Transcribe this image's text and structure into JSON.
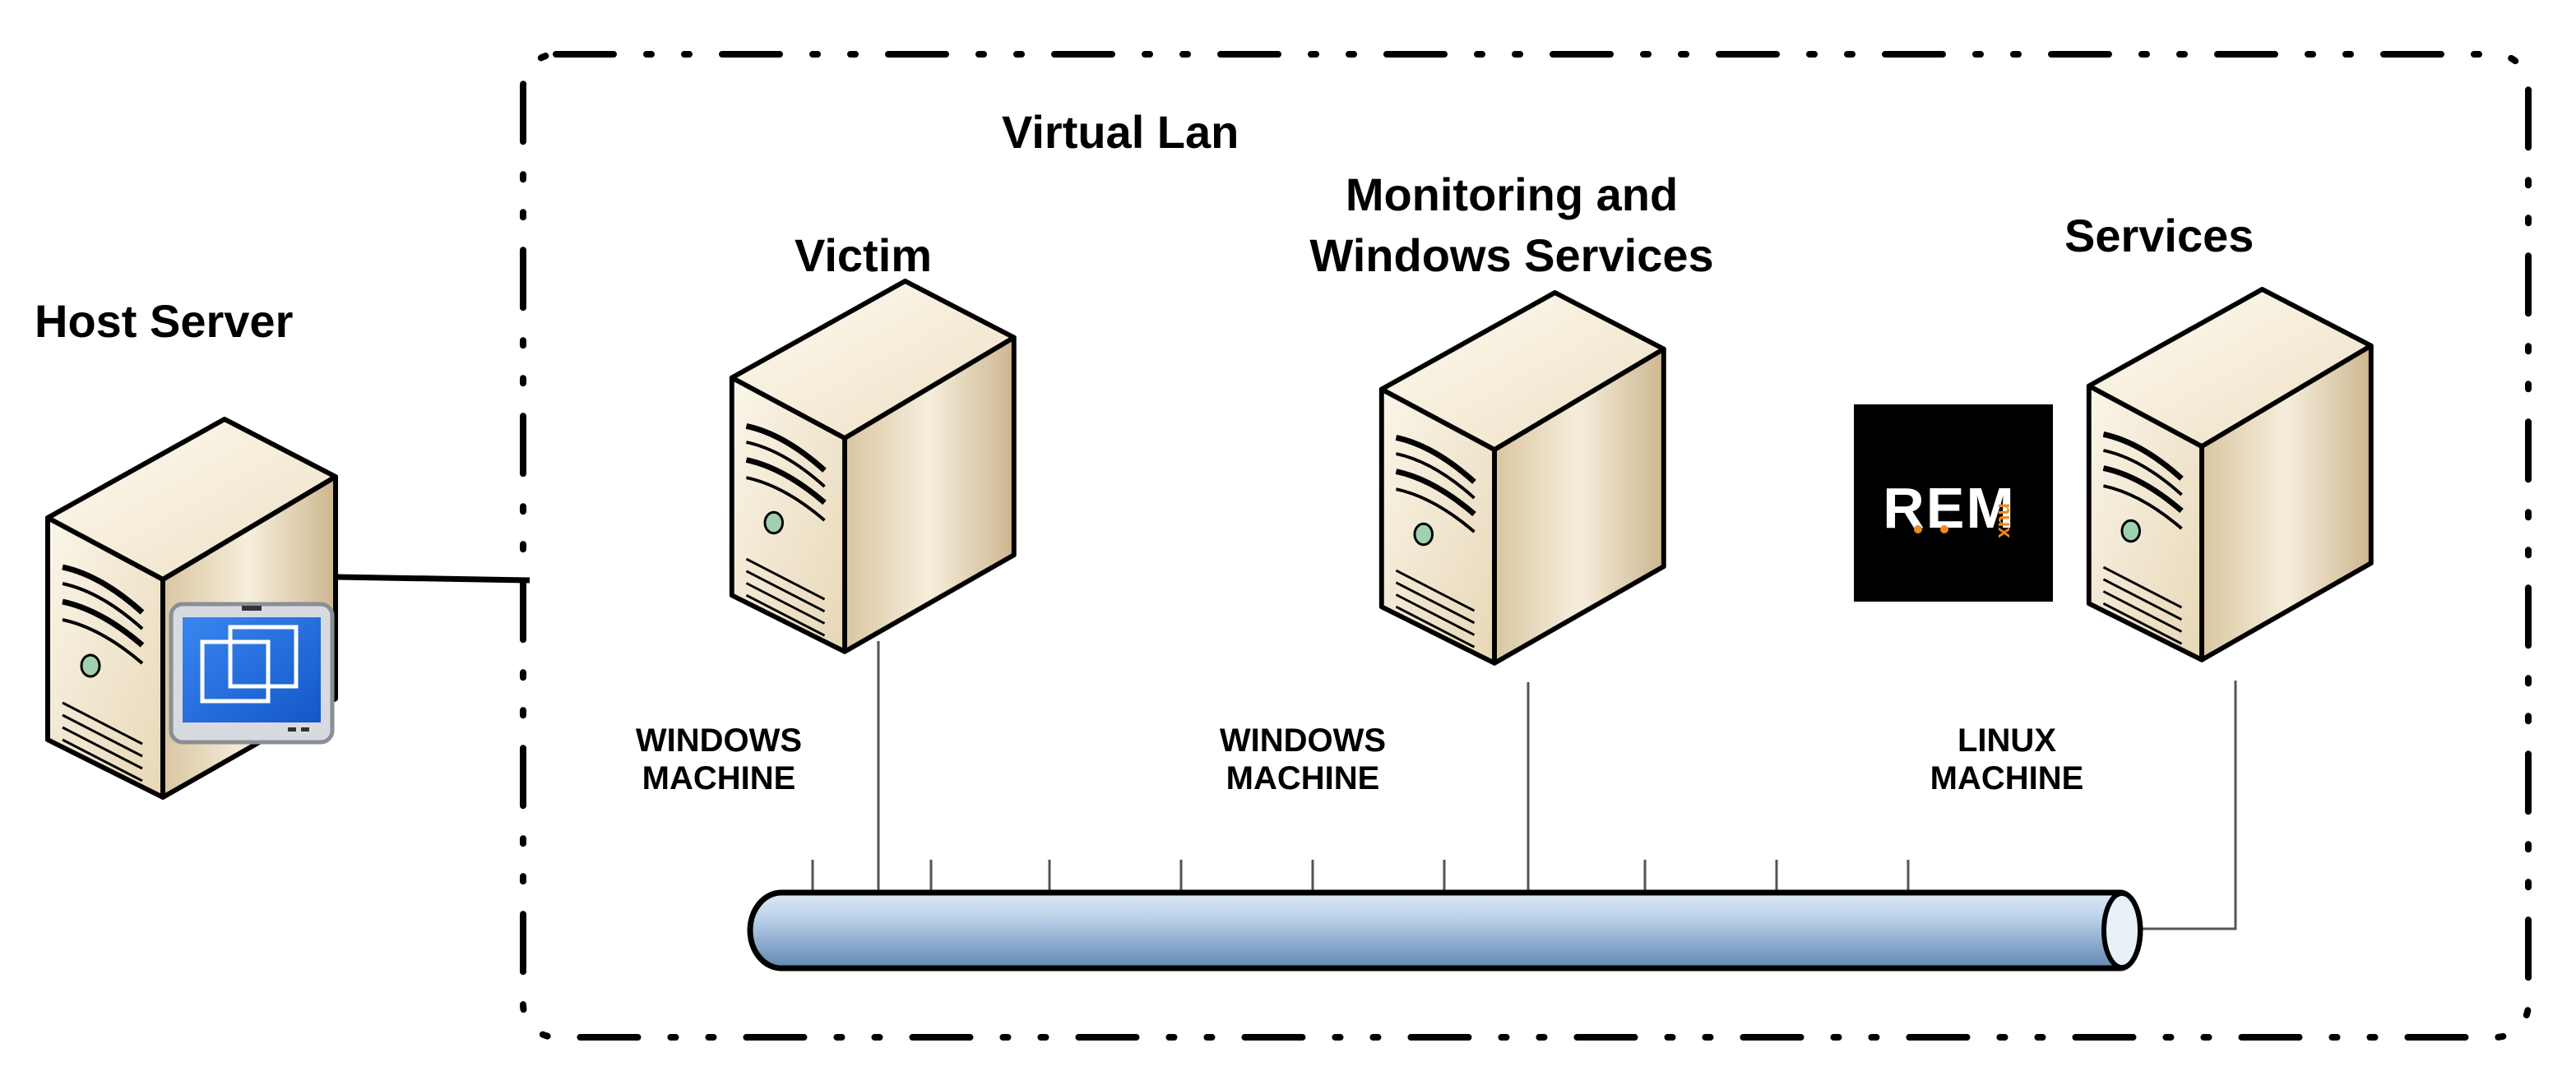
{
  "labels": {
    "host_server": "Host Server",
    "virtual_lan": "Virtual Lan",
    "victim": "Victim",
    "monitoring_line1": "Monitoring and",
    "monitoring_line2": "Windows Services",
    "services": "Services",
    "victim_machine_line1": "WINDOWS",
    "victim_machine_line2": "MACHINE",
    "monitoring_machine_line1": "WINDOWS",
    "monitoring_machine_line2": "MACHINE",
    "services_machine_line1": "LINUX",
    "services_machine_line2": "MACHINE"
  },
  "logo": {
    "text": "REM",
    "suffix": "nux",
    "icon": "remnux-logo"
  },
  "icons": {
    "host": "server-tower-icon",
    "hypervisor": "virtualization-icon",
    "victim": "server-tower-icon",
    "monitoring": "server-tower-icon",
    "services": "server-tower-icon",
    "bus": "network-bus-icon"
  },
  "colors": {
    "server_light": "#f3ead7",
    "server_dark": "#c8b189",
    "pipe_light": "#c9ddef",
    "pipe_dark": "#6f96bd",
    "monitor_blue": "#1f6fe0",
    "logo_bg": "#000000",
    "logo_accent": "#f08a1c"
  }
}
